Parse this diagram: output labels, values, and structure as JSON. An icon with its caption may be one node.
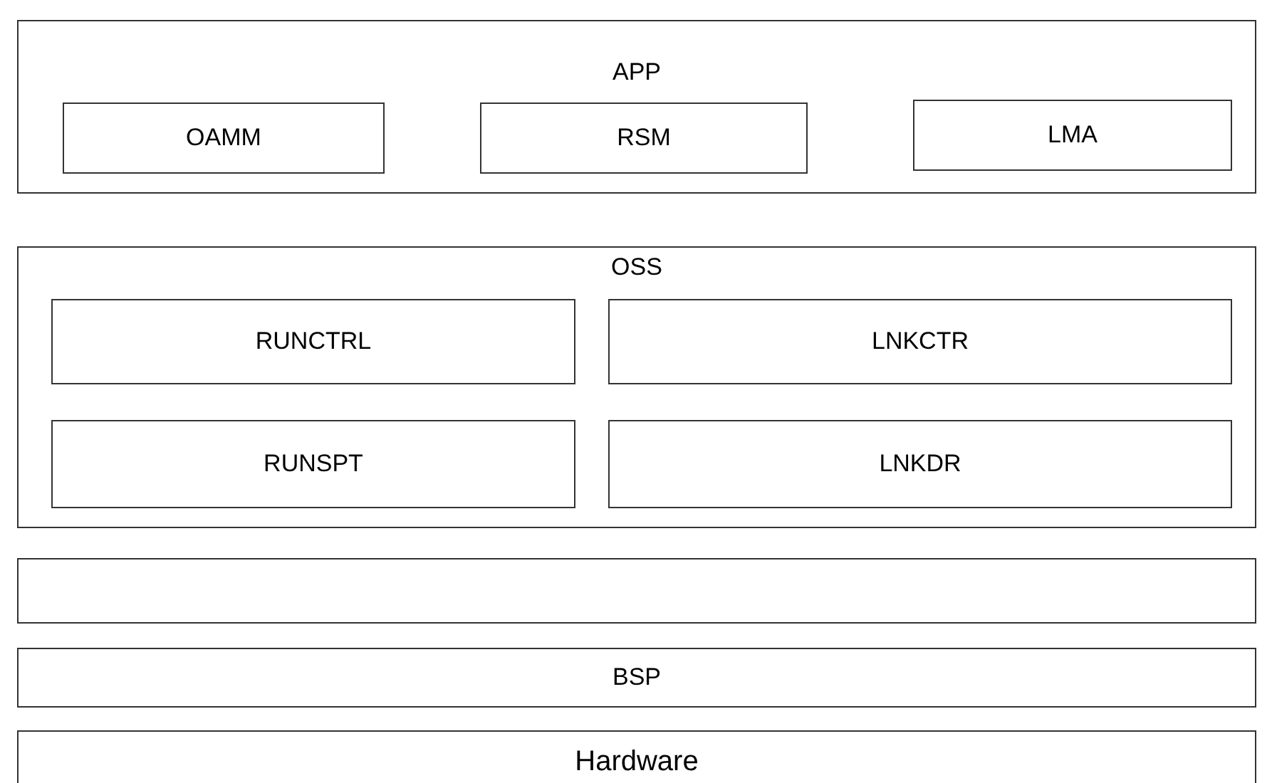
{
  "diagram": {
    "nodes": [
      {
        "text": [
          "APP"
        ]
      },
      {
        "text": [
          "OAMM"
        ],
        "in": 0
      },
      {
        "text": [
          "RSM"
        ],
        "in": 0
      },
      {
        "text": [
          "LMA"
        ],
        "in": 0
      },
      {
        "text": [
          "OSS"
        ]
      },
      {
        "text": [
          "RUNCTRL"
        ],
        "in": 4
      },
      {
        "text": [
          "LNKCTR"
        ],
        "in": 4
      },
      {
        "text": [
          "RUNSPT"
        ],
        "in": 4
      },
      {
        "text": [
          "LNKDR"
        ],
        "in": 4
      },
      {
        "text": [],
        "shape": "bar"
      },
      {
        "text": [
          "BSP"
        ]
      },
      {
        "text": [
          "Hardware"
        ]
      }
    ]
  }
}
